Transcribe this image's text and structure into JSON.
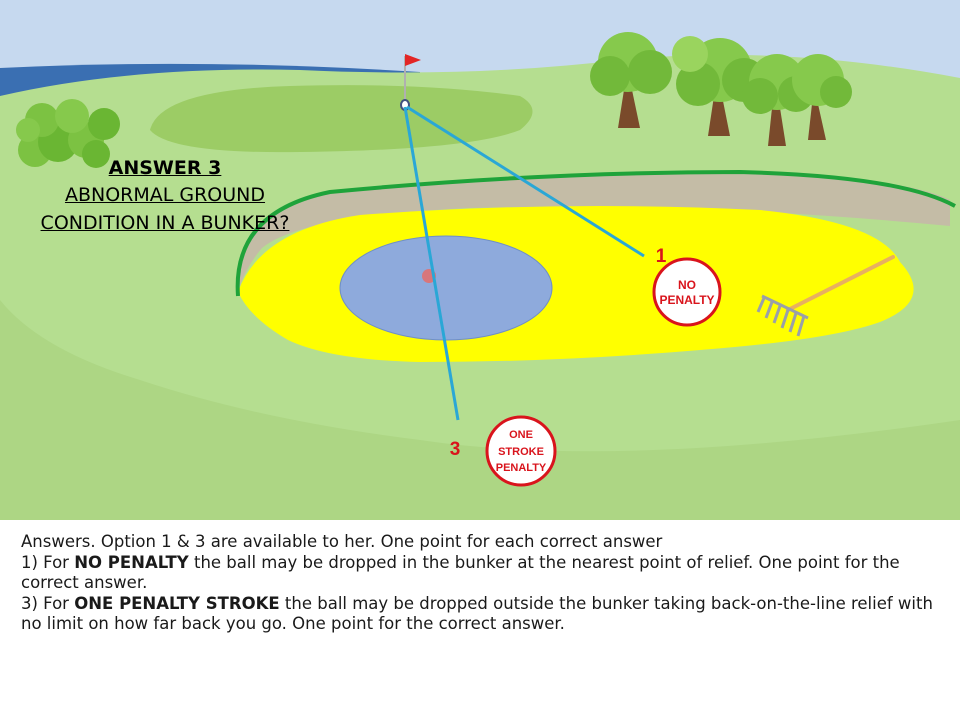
{
  "diagram": {
    "title": "ANSWER 3",
    "subtitle_line1": "ABNORMAL GROUND",
    "subtitle_line2": "CONDITION IN A BUNKER?",
    "options": [
      {
        "number": "1",
        "badge_lines": [
          "NO",
          "PENALTY"
        ]
      },
      {
        "number": "3",
        "badge_lines": [
          "ONE",
          "STROKE",
          "PENALTY"
        ]
      }
    ],
    "colors": {
      "sky": "#c6d9ef",
      "sea": "#3a6fb2",
      "fairway": "#b5de90",
      "rough": "#a6d07a",
      "green": "#9ccc65",
      "bunker_sand": "#ffff00",
      "bunker_lip": "#c4bca6",
      "bunker_edge": "#1fa33a",
      "water": "#8eaadc",
      "line": "#2aa7d6",
      "badge_red": "#d9141c"
    },
    "icons": [
      "flag-icon",
      "tree-icon",
      "bush-icon",
      "rake-icon",
      "ball-icon"
    ]
  },
  "answers": {
    "intro": "Answers. Option 1 & 3 are available to her. One point for each correct answer",
    "item1_prefix": "1) For ",
    "item1_bold": "NO PENALTY",
    "item1_rest": " the ball may be dropped in the bunker at the nearest point of relief. One point for the correct answer.",
    "item3_prefix": "3) For ",
    "item3_bold": "ONE PENALTY STROKE",
    "item3_rest": " the ball may be dropped outside the bunker taking back-on-the-line relief with no limit on how far back you go. One point for the correct answer."
  }
}
